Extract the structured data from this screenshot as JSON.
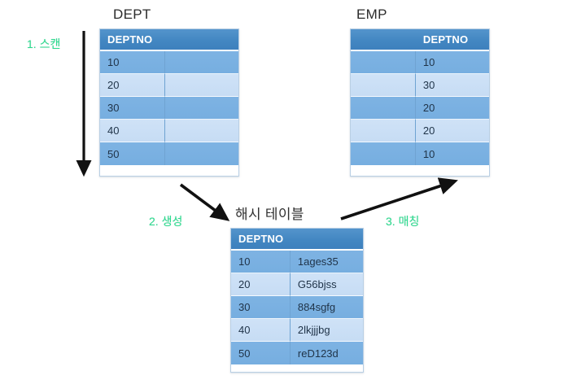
{
  "diagram": {
    "title_hash": "해시 테이블",
    "background_color": "#ffffff",
    "accent_header_color": "#4387c2",
    "band_dark_color": "#7eb3e3",
    "band_light_color": "#c9defa",
    "step_label_color": "#2ddb8f",
    "arrow_color": "#111111"
  },
  "tables": {
    "dept": {
      "title": "DEPT",
      "header": {
        "left": "DEPTNO",
        "right": ""
      },
      "rows": [
        {
          "left": "10",
          "right": ""
        },
        {
          "left": "20",
          "right": ""
        },
        {
          "left": "30",
          "right": ""
        },
        {
          "left": "40",
          "right": ""
        },
        {
          "left": "50",
          "right": ""
        }
      ]
    },
    "emp": {
      "title": "EMP",
      "header": {
        "left": "",
        "right": "DEPTNO"
      },
      "rows": [
        {
          "left": "",
          "right": "10"
        },
        {
          "left": "",
          "right": "30"
        },
        {
          "left": "",
          "right": "20"
        },
        {
          "left": "",
          "right": "20"
        },
        {
          "left": "",
          "right": "10"
        }
      ]
    },
    "hash": {
      "title": "해시 테이블",
      "header": {
        "left": "DEPTNO",
        "right": ""
      },
      "rows": [
        {
          "left": "10",
          "right": "1ages35"
        },
        {
          "left": "20",
          "right": "G56bjss"
        },
        {
          "left": "30",
          "right": "884sgfg"
        },
        {
          "left": "40",
          "right": "2lkjjjbg"
        },
        {
          "left": "50",
          "right": "reD123d"
        }
      ]
    }
  },
  "steps": [
    {
      "id": "step1",
      "label": "1. 스캔"
    },
    {
      "id": "step2",
      "label": "2. 생성"
    },
    {
      "id": "step3",
      "label": "3. 매칭"
    }
  ]
}
